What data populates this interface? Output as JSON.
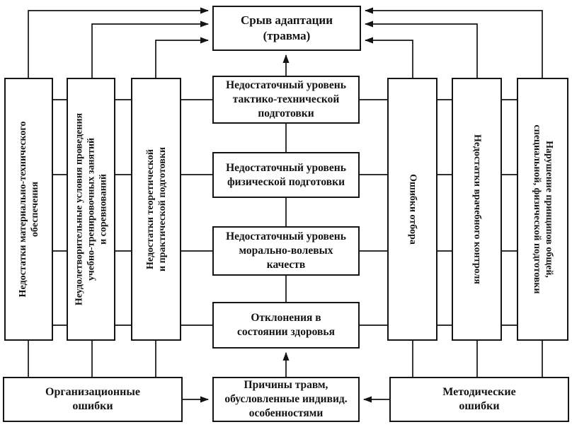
{
  "palette": {
    "line": "#141414",
    "background": "#ffffff",
    "text": "#141414"
  },
  "diagram": {
    "top_box": {
      "label": "Срыв адаптации\n(травма)"
    },
    "left_columns": [
      {
        "label": "Недостатки материально-технического\nобеспечения"
      },
      {
        "label": "Неудолетворительные условия проведения\nучебно-тренировочных занятий\nи соревнований"
      },
      {
        "label": "Недостатки теоретической\nи практической подготовки"
      }
    ],
    "center_column": [
      {
        "label": "Недостаточный уровень\nтактико-технической\nподготовки"
      },
      {
        "label": "Недостаточный уровень\nфизической подготовки"
      },
      {
        "label": "Недостаточный уровень\nморально-волевых\nкачеств"
      },
      {
        "label": "Отклонения в\nсостоянии здоровья"
      }
    ],
    "right_columns": [
      {
        "label": "Ошибки отбора"
      },
      {
        "label": "Недостатки врачебного контроля"
      },
      {
        "label": "Нарушение принципов общей,\nспециальной, физической подготовки"
      }
    ],
    "bottom_row": [
      {
        "label": "Организационные\nошибки"
      },
      {
        "label": "Причины травм,\nобусловленные индивид.\nособенностями"
      },
      {
        "label": "Методические\nошибки"
      }
    ]
  }
}
